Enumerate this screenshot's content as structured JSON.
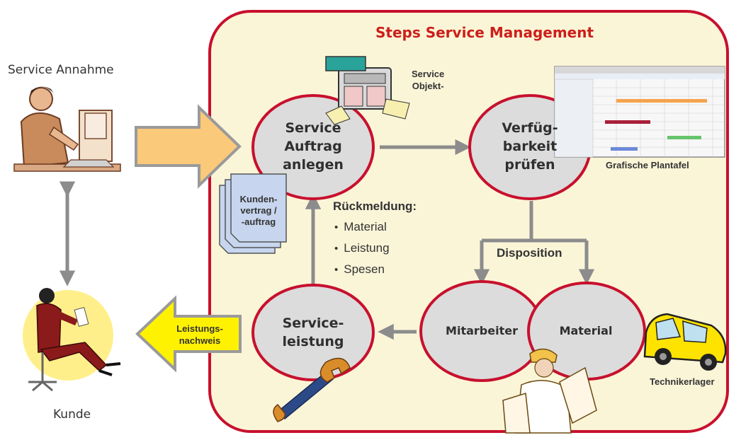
{
  "title": "Steps Service Management",
  "left": {
    "service_annahme": "Service Annahme",
    "kunde": "Kunde"
  },
  "nodes": {
    "auftrag": [
      "Service",
      "Auftrag",
      "anlegen"
    ],
    "verfuegbarkeit": [
      "Verfüg-",
      "barkeit",
      "prüfen"
    ],
    "serviceleistung": [
      "Service-",
      "leistung"
    ],
    "mitarbeiter": "Mitarbeiter",
    "material": "Material"
  },
  "labels": {
    "service_objekt": [
      "Service",
      "Objekt-"
    ],
    "grafische_plantafel": "Grafische Plantafel",
    "kundenvertrag": [
      "Kunden-",
      "vertrag /",
      "-auftrag"
    ],
    "rueckmeldung": "Rückmeldung:",
    "rueckmeldung_items": [
      "Material",
      "Leistung",
      "Spesen"
    ],
    "disposition": "Disposition",
    "leistungsnachweis": [
      "Leistungs-",
      "nachweis"
    ],
    "technikerlager": "Technikerlager"
  },
  "colors": {
    "frame_border": "#c8102e",
    "frame_fill": "#fbf5d8",
    "title": "#cc1f1a",
    "node_fill": "#dcdcdc",
    "node_border": "#c8102e",
    "arrow_gray": "#8c8c8c",
    "big_arrow_fill": "#fbc97a",
    "leistungs_arrow_fill": "#fff200"
  },
  "icons": [
    "service-desk-person-icon",
    "customer-phone-person-icon",
    "copier-icon",
    "gantt-screenshot-icon",
    "document-stack-icon",
    "wrench-icon",
    "engineer-with-plans-icon",
    "van-icon"
  ]
}
